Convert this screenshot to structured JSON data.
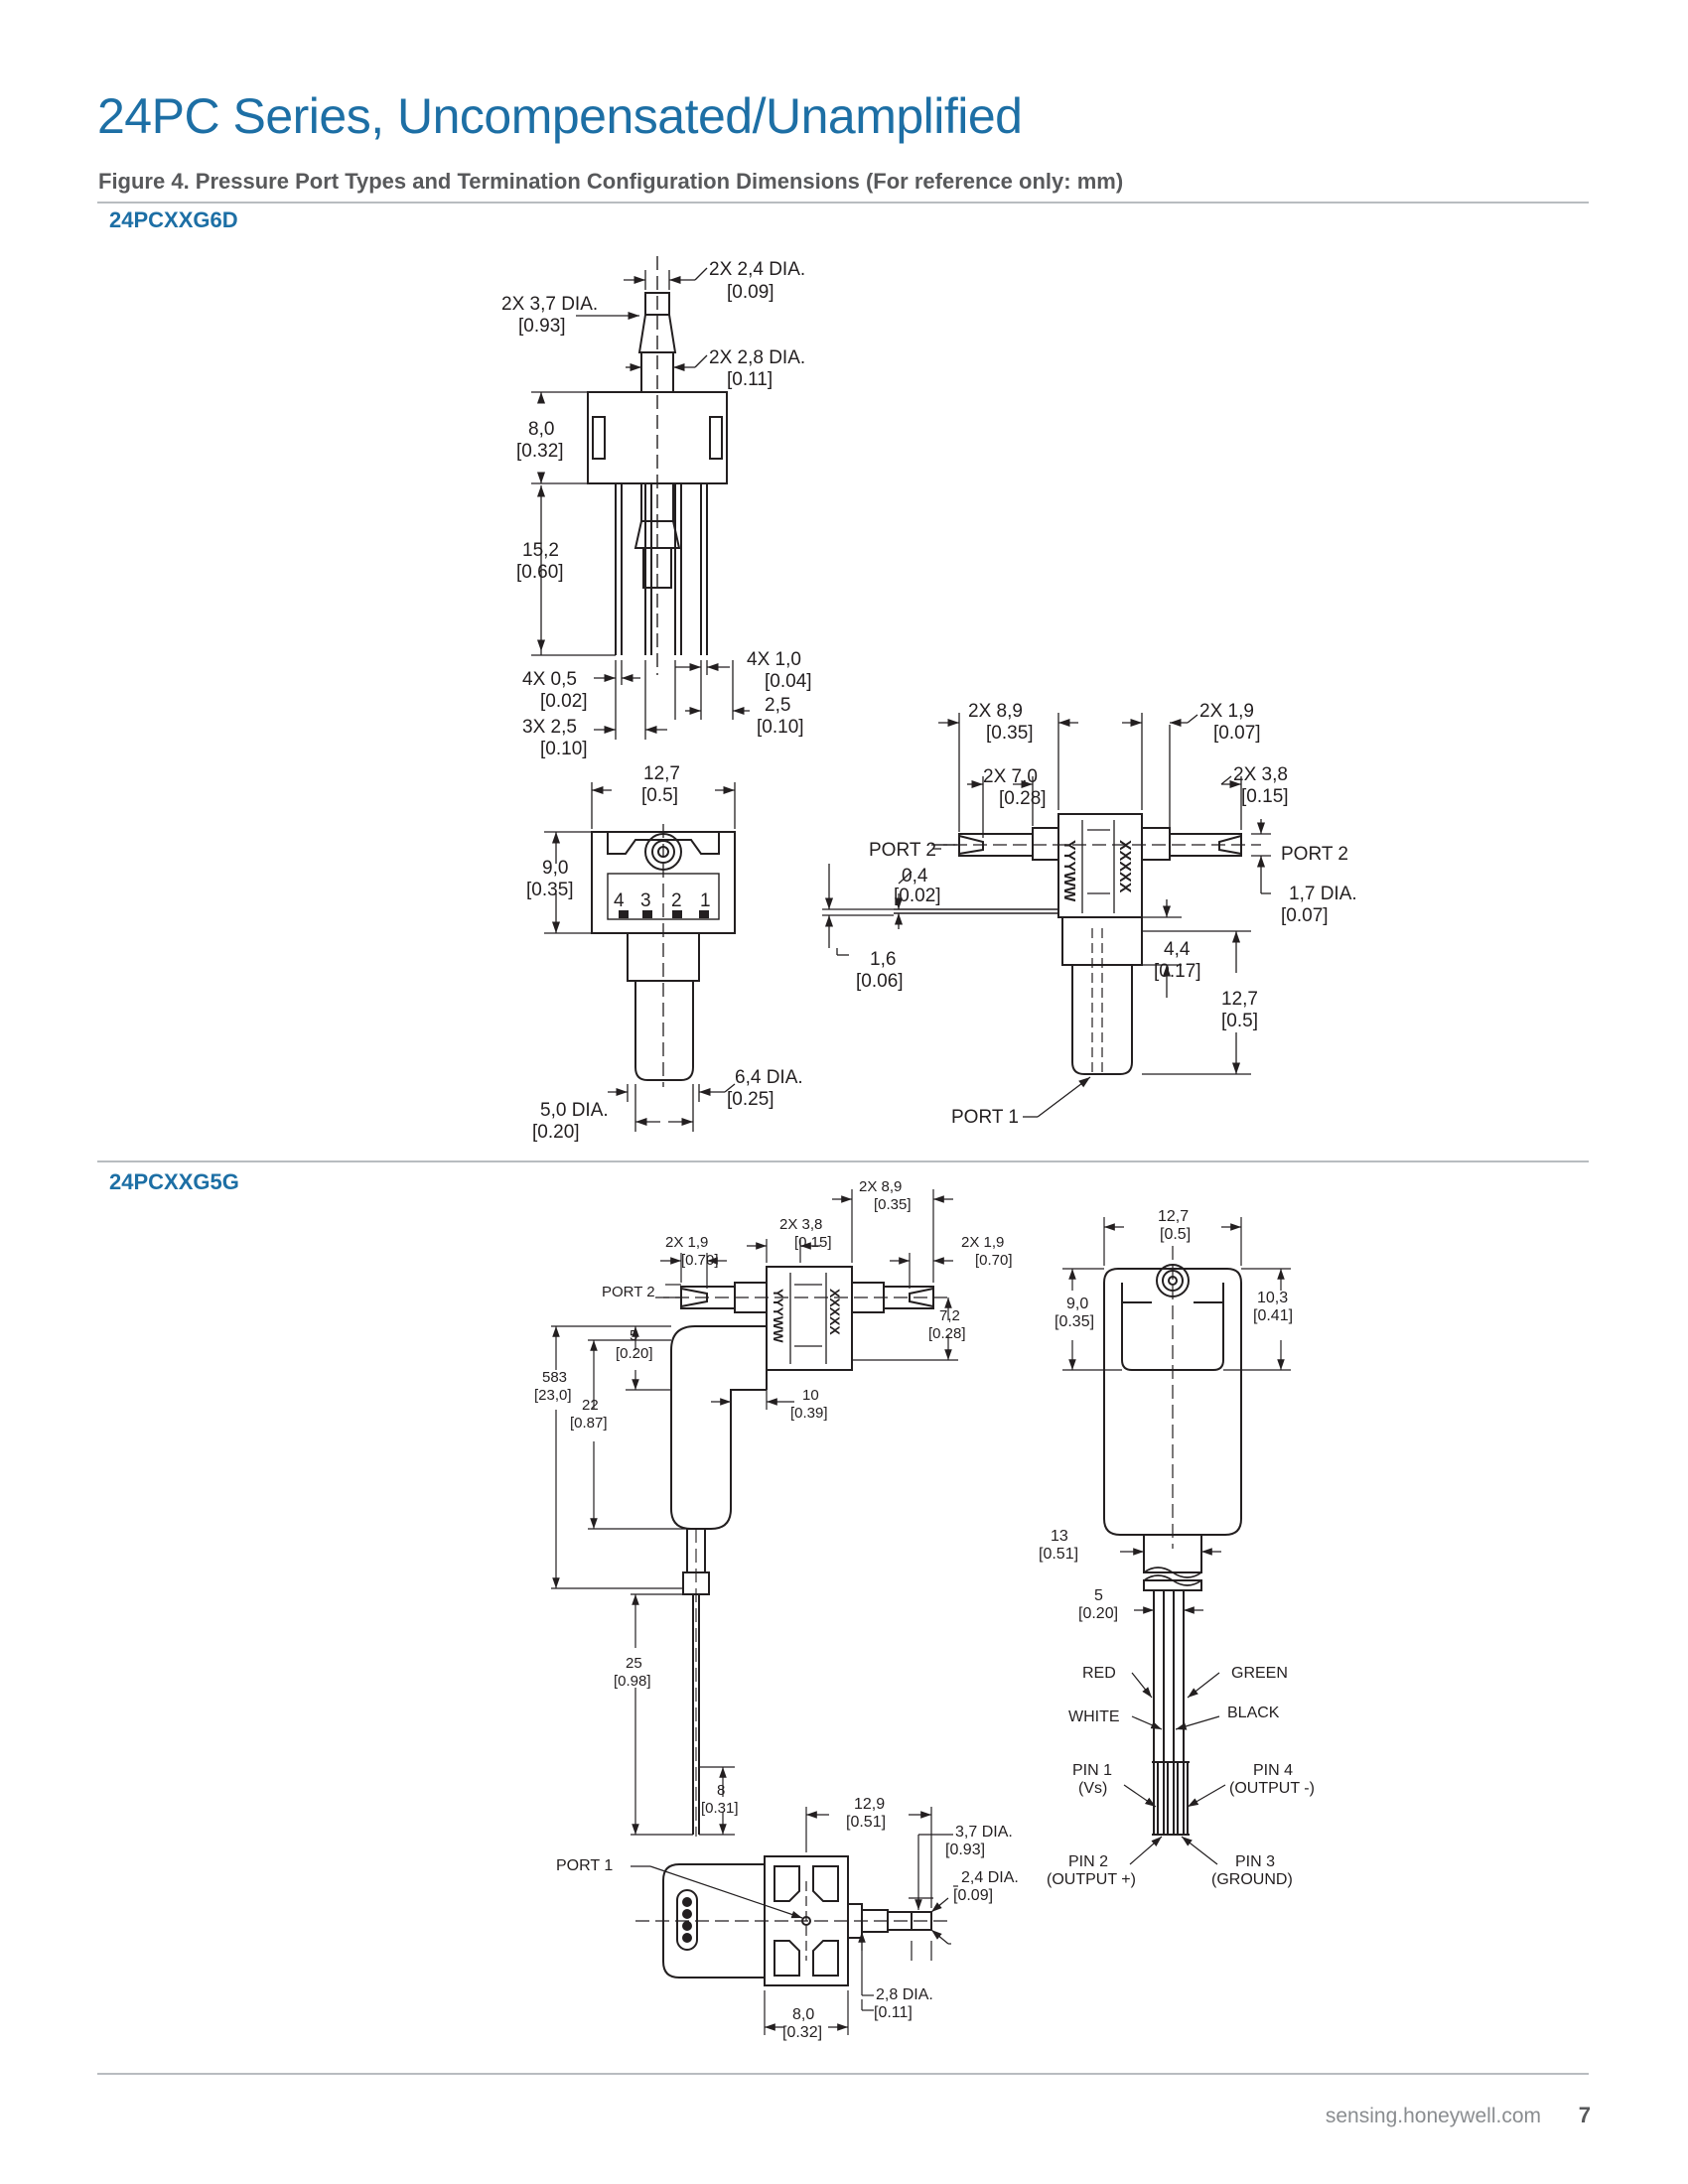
{
  "header": {
    "title": "24PC Series, Uncompensated/Unamplified",
    "figure_caption": "Figure 4. Pressure Port Types and Termination Configuration Dimensions (For reference only: mm)"
  },
  "section1": {
    "label": "24PCXXG6D",
    "side_view": {
      "d_2x24": "2X 2,4 DIA.",
      "d_2x24_in": "[0.09]",
      "d_2x37": "2X 3,7 DIA.",
      "d_2x37_in": "[0.93]",
      "d_2x28": "2X 2,8 DIA.",
      "d_2x28_in": "[0.11]",
      "d_80": "8,0",
      "d_80_in": "[0.32]",
      "d_152": "15,2",
      "d_152_in": "[0.60]",
      "d_4x10": "4X 1,0",
      "d_4x10_in": "[0.04]",
      "d_4x05": "4X 0,5",
      "d_4x05_in": "[0.02]",
      "d_25": "2,5",
      "d_25_in": "[0.10]",
      "d_3x25": "3X 2,5",
      "d_3x25_in": "[0.10]"
    },
    "front_view": {
      "d_127": "12,7",
      "d_127_in": "[0.5]",
      "d_90": "9,0",
      "d_90_in": "[0.35]",
      "pins": [
        "4",
        "3",
        "2",
        "1"
      ],
      "d_64": "6,4 DIA.",
      "d_64_in": "[0.25]",
      "d_50": "5,0 DIA.",
      "d_50_in": "[0.20]"
    },
    "port_view": {
      "d_2x89": "2X 8,9",
      "d_2x89_in": "[0.35]",
      "d_2x19": "2X 1,9",
      "d_2x19_in": "[0.07]",
      "d_2x70": "2X 7,0",
      "d_2x70_in": "[0.28]",
      "d_2x38": "2X 3,8",
      "d_2x38_in": "[0.15]",
      "port2_left": "PORT 2",
      "port2_right": "PORT 2",
      "d_04": "0,4",
      "d_04_in": "[0.02]",
      "d_17": "1,7 DIA.",
      "d_17_in": "[0.07]",
      "d_44": "4,4",
      "d_44_in": "[0.17]",
      "d_16": "1,6",
      "d_16_in": "[0.06]",
      "d_127": "12,7",
      "d_127_in": "[0.5]",
      "port1": "PORT 1",
      "mark_date": "YYYWW",
      "mark_code": "XXXXX"
    }
  },
  "section2": {
    "label": "24PCXXG5G",
    "side_view": {
      "d_2x89": "2X 8,9",
      "d_2x89_in": "[0.35]",
      "d_2x38": "2X 3,8",
      "d_2x38_in": "[0.15]",
      "d_2x19a": "2X 1,9",
      "d_2x19a_in": "[0.70]",
      "d_2x19b": "2X 1,9",
      "d_2x19b_in": "[0.70]",
      "port2": "PORT 2",
      "d_72": "7,2",
      "d_72_in": "[0.28]",
      "d_5": "5",
      "d_5_in": "[0.20]",
      "d_583": "583",
      "d_583_in": "[23,0]",
      "d_22": "22",
      "d_22_in": "[0.87]",
      "d_10": "10",
      "d_10_in": "[0.39]",
      "d_25": "25",
      "d_25_in": "[0.98]",
      "d_8": "8",
      "d_8_in": "[0.31]",
      "mark_date": "YYYWW",
      "mark_code": "XXXXX"
    },
    "front_view": {
      "d_127": "12,7",
      "d_127_in": "[0.5]",
      "d_90": "9,0",
      "d_90_in": "[0.35]",
      "d_103": "10,3",
      "d_103_in": "[0.41]",
      "d_13": "13",
      "d_13_in": "[0.51]",
      "d_5": "5",
      "d_5_in": "[0.20]",
      "wire_red": "RED",
      "wire_green": "GREEN",
      "wire_white": "WHITE",
      "wire_black": "BLACK",
      "pin1": "PIN 1",
      "pin1_fn": "(Vs)",
      "pin4": "PIN 4",
      "pin4_fn": "(OUTPUT -)",
      "pin2": "PIN 2",
      "pin2_fn": "(OUTPUT +)",
      "pin3": "PIN 3",
      "pin3_fn": "(GROUND)"
    },
    "bottom_view": {
      "port1": "PORT 1",
      "d_129": "12,9",
      "d_129_in": "[0.51]",
      "d_37": "3,7 DIA.",
      "d_37_in": "[0.93]",
      "d_24": "2,4 DIA.",
      "d_24_in": "[0.09]",
      "d_28": "2,8 DIA.",
      "d_28_in": "[0.11]",
      "d_80": "8,0",
      "d_80_in": "[0.32]"
    }
  },
  "footer": {
    "url": "sensing.honeywell.com",
    "page": "7"
  }
}
